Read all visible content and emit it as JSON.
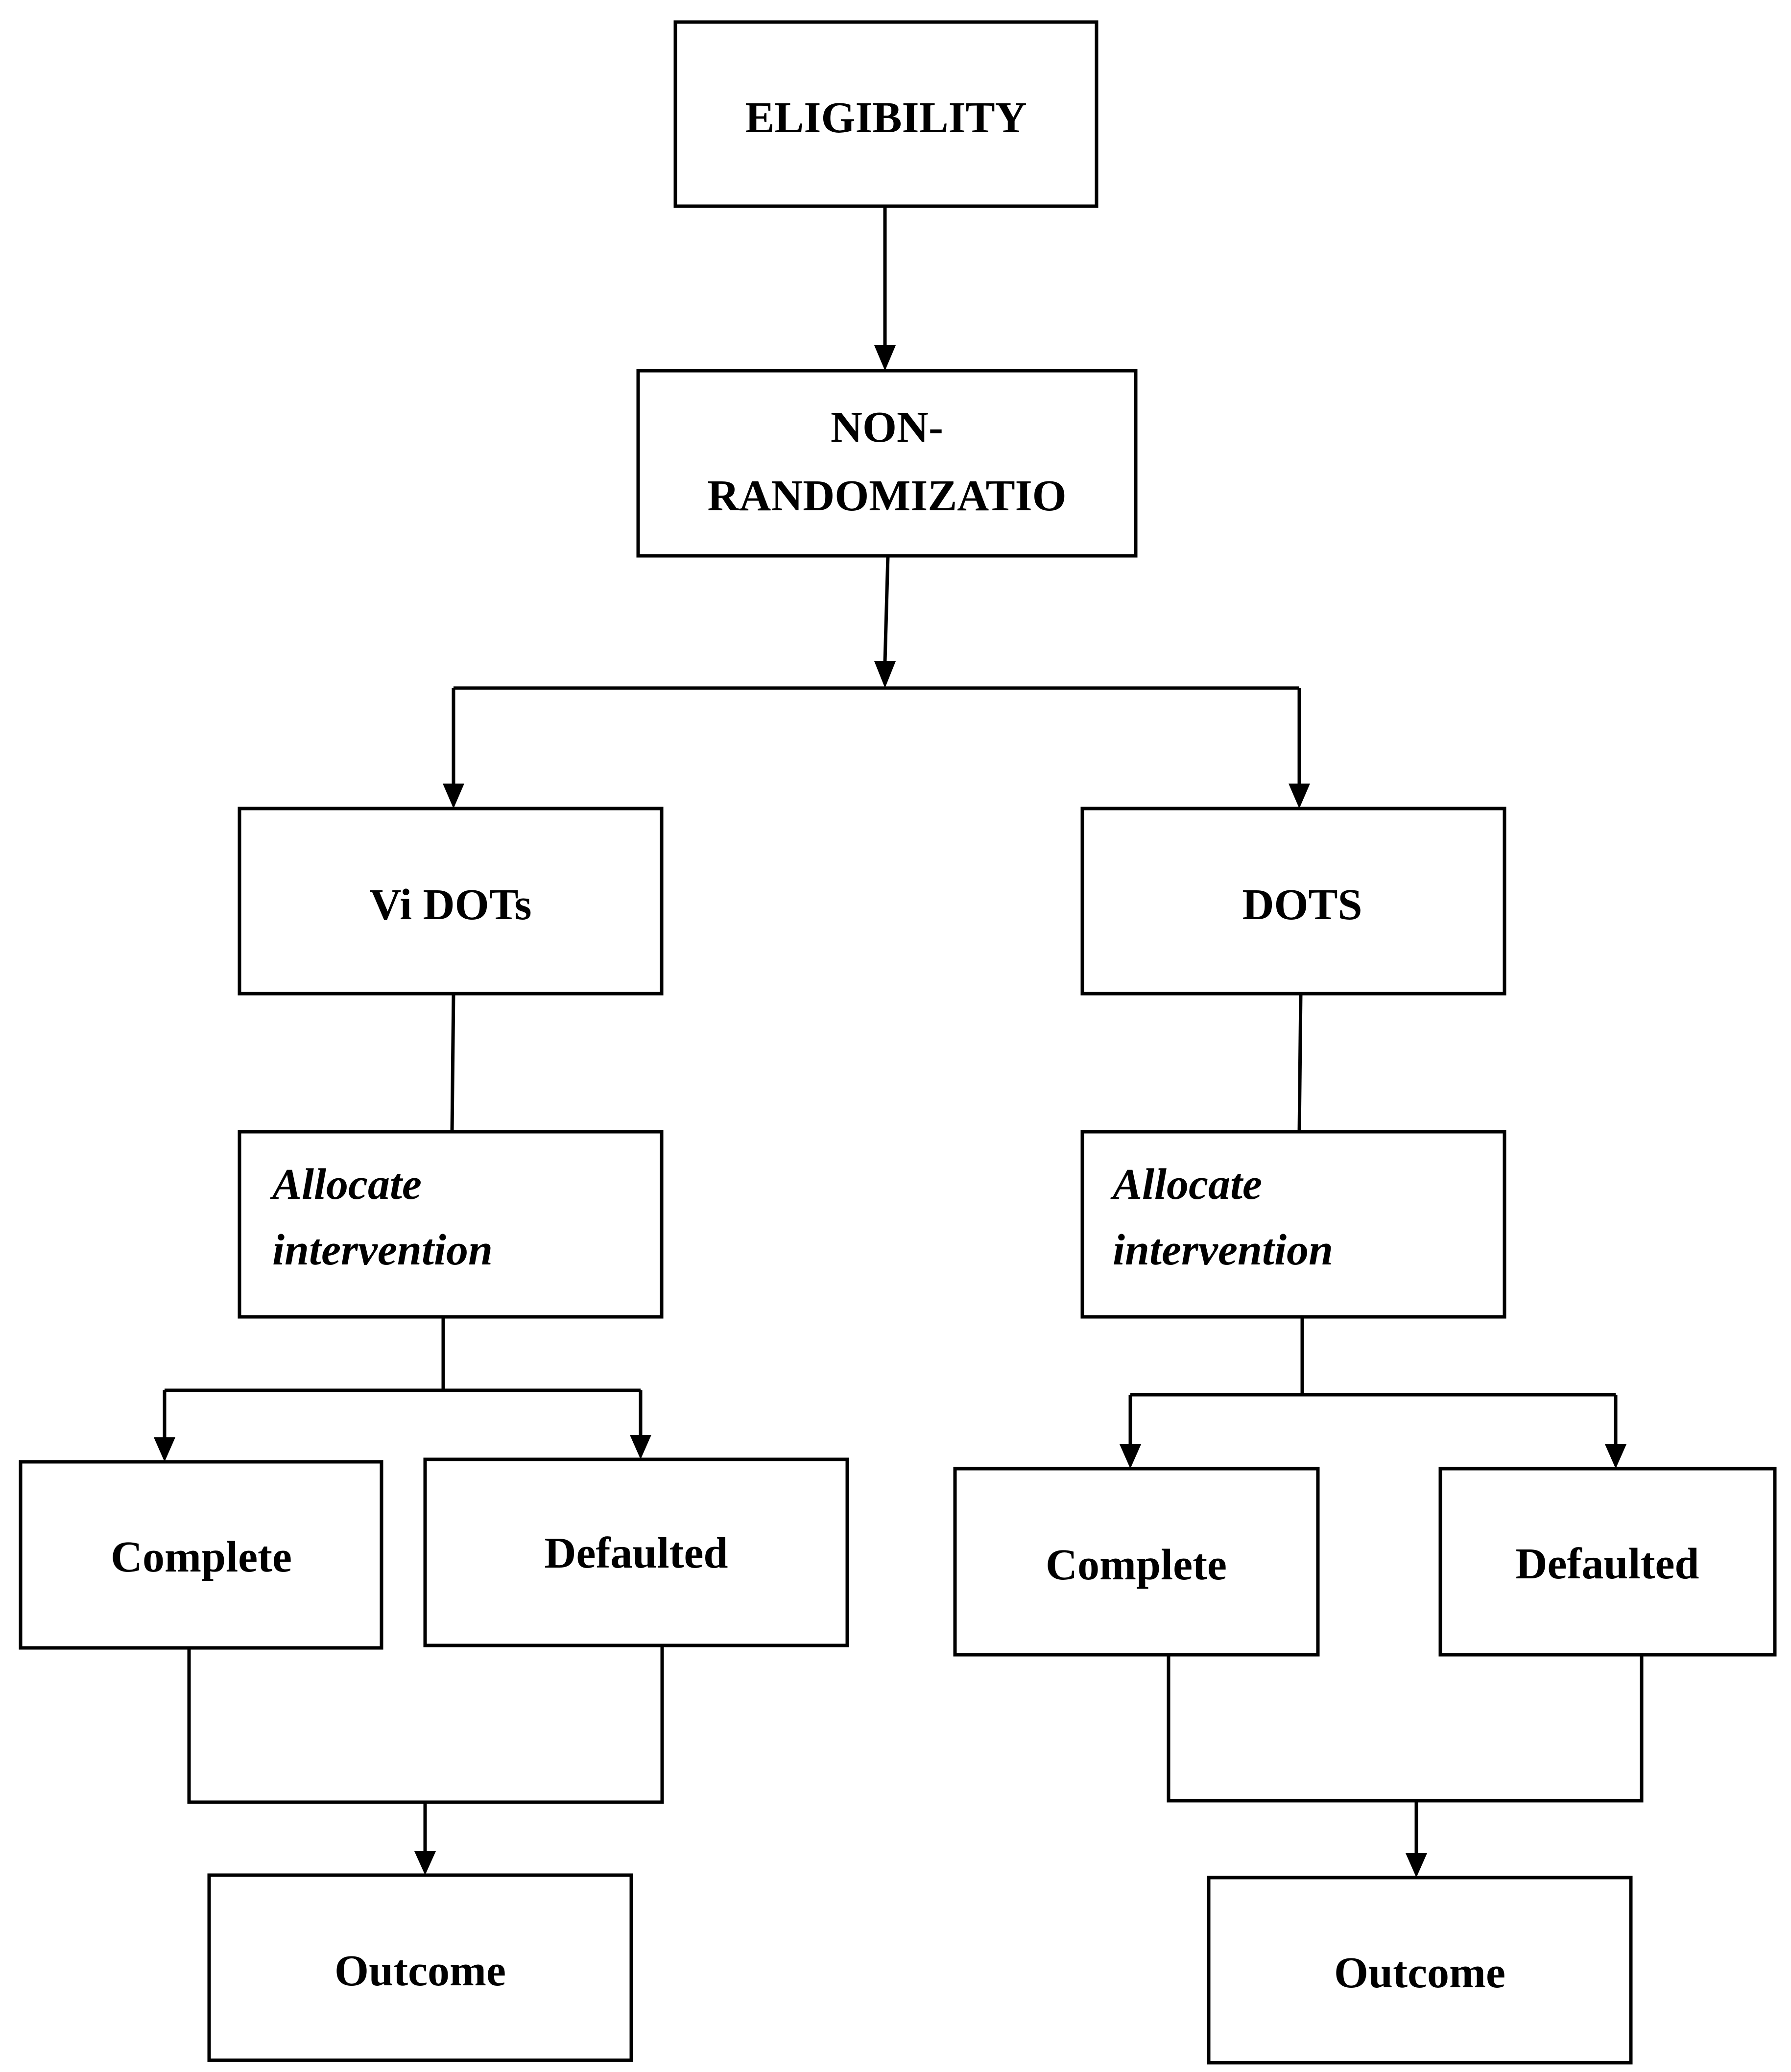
{
  "nodes": {
    "eligibility": "ELIGIBILITY",
    "non_randomization_line1": "NON-",
    "non_randomization_line2": "RANDOMIZATIO",
    "vi_dots": "Vi DOTs",
    "dots": "DOTS",
    "left_allocate_line1": "Allocate",
    "left_allocate_line2": "intervention",
    "right_allocate_line1": "Allocate",
    "right_allocate_line2": "intervention",
    "left_complete": "Complete",
    "left_defaulted": "Defaulted",
    "right_complete": "Complete",
    "right_defaulted": "Defaulted",
    "left_outcome": "Outcome",
    "right_outcome": "Outcome"
  },
  "colors": {
    "stroke": "#000000",
    "background": "#ffffff"
  }
}
